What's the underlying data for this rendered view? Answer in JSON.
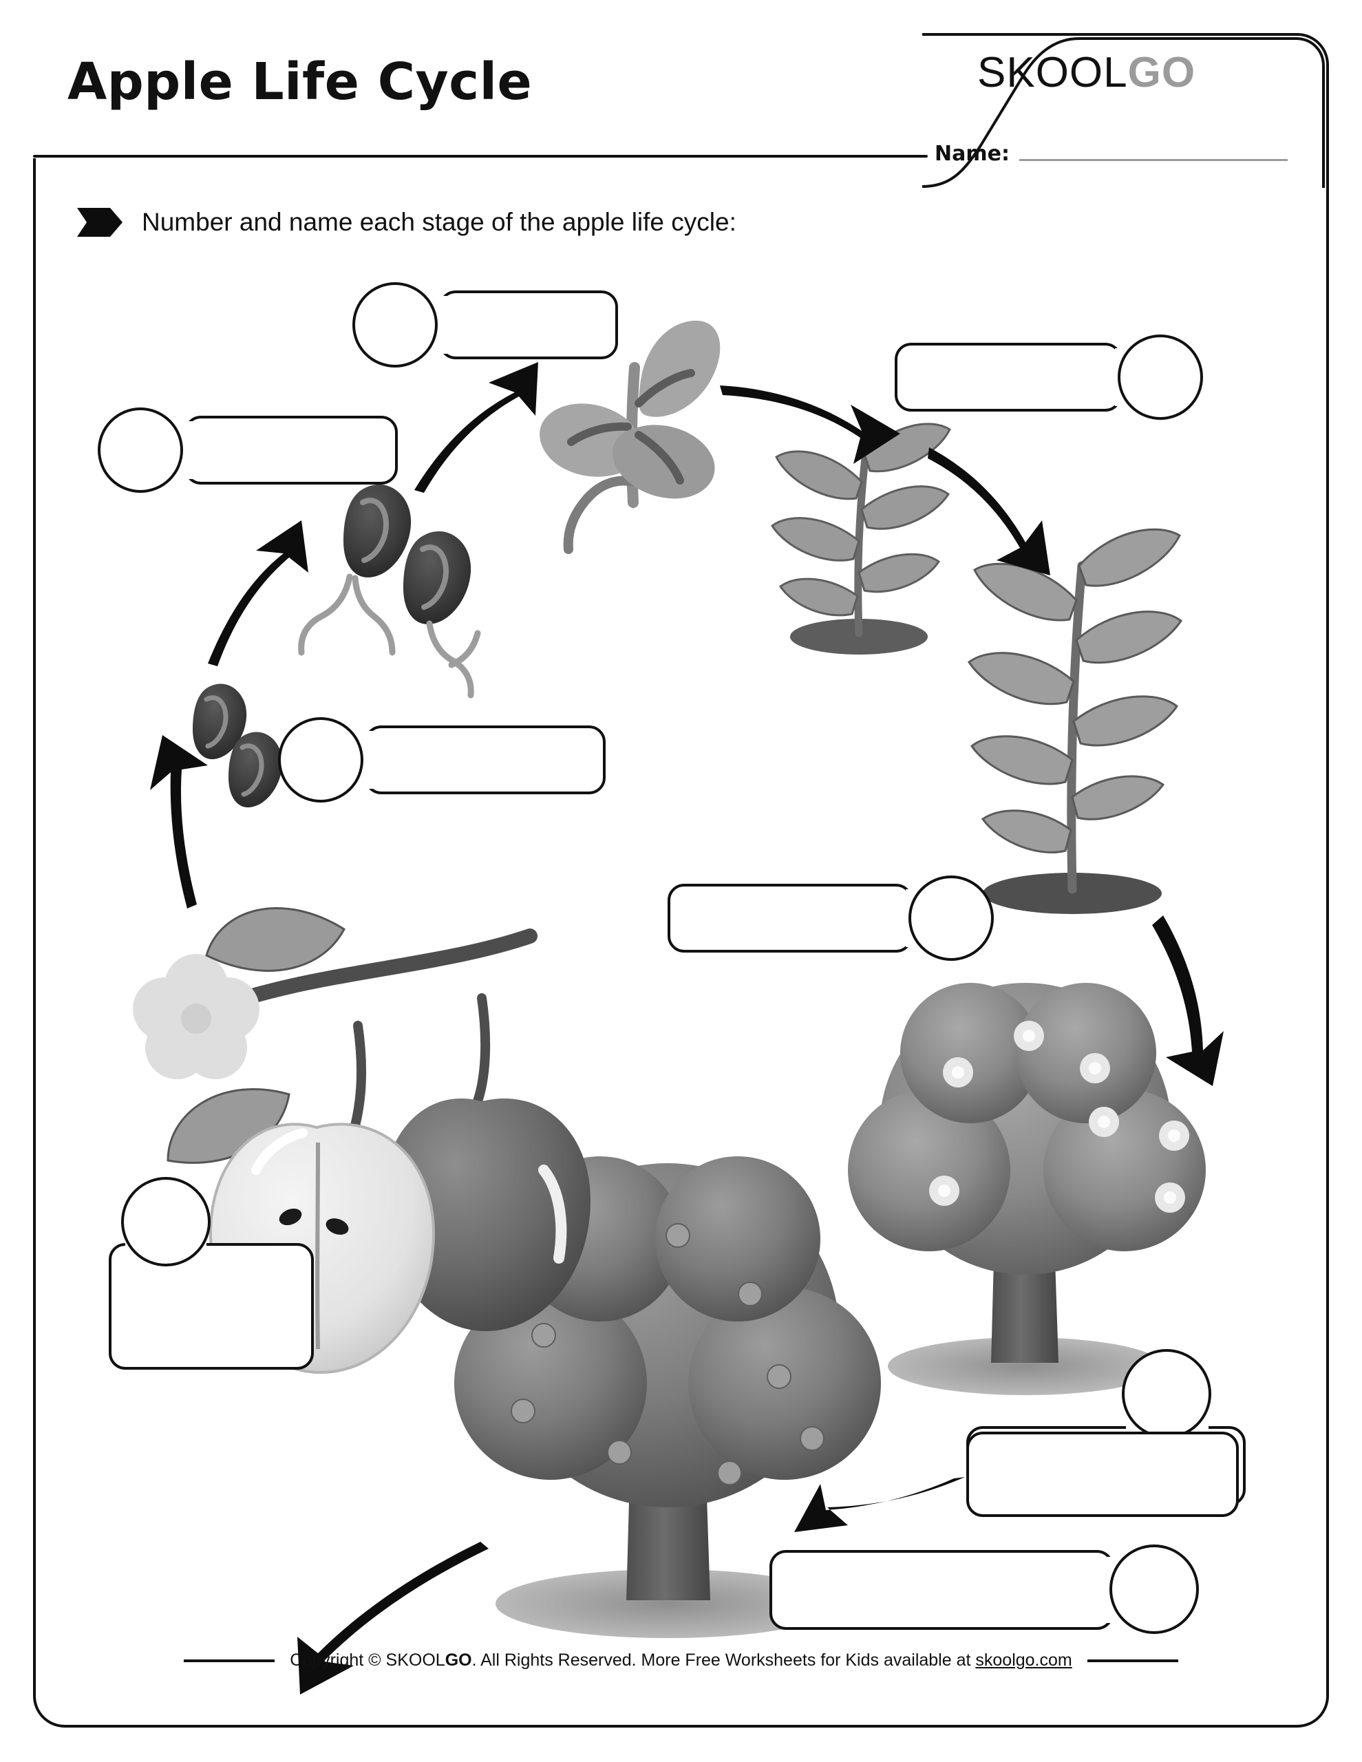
{
  "header": {
    "title": "Apple Life Cycle",
    "brand_skool": "SKOOL",
    "brand_go": "GO",
    "name_label": "Name:"
  },
  "instruction": {
    "bullet_icon": "arrow-flag-icon",
    "text": "Number and name each stage of the apple life cycle:"
  },
  "colors": {
    "ink": "#111111",
    "brand_gray": "#9b9b9b",
    "rule_gray": "#9b9b9b",
    "paper": "#ffffff"
  },
  "slots": [
    {
      "id": "slot-seedling-top",
      "number": "",
      "label": "",
      "circle_side": "left"
    },
    {
      "id": "slot-sprouting-seed",
      "number": "",
      "label": "",
      "circle_side": "left"
    },
    {
      "id": "slot-young-plant",
      "number": "",
      "label": "",
      "circle_side": "right"
    },
    {
      "id": "slot-seed",
      "number": "",
      "label": "",
      "circle_side": "left"
    },
    {
      "id": "slot-sapling",
      "number": "",
      "label": "",
      "circle_side": "right"
    },
    {
      "id": "slot-blossom-tree",
      "number": "",
      "label": "",
      "circle_side": "right"
    },
    {
      "id": "slot-fruiting-tree",
      "number": "",
      "label": "",
      "circle_side": "right"
    },
    {
      "id": "slot-mature-tree",
      "number": "",
      "label": "",
      "circle_side": "right"
    },
    {
      "id": "slot-apple-fruit",
      "number": "",
      "label": "",
      "circle_side": "top-left"
    }
  ],
  "illustrations": [
    {
      "name": "seedling-illustration",
      "stage": "seedling"
    },
    {
      "name": "sprouting-seeds-illustration",
      "stage": "sprouting seeds"
    },
    {
      "name": "apple-seeds-illustration",
      "stage": "seeds"
    },
    {
      "name": "young-plant-illustration",
      "stage": "young plant"
    },
    {
      "name": "sapling-illustration",
      "stage": "sapling"
    },
    {
      "name": "blossoming-tree-illustration",
      "stage": "blossoming tree"
    },
    {
      "name": "fruiting-tree-illustration",
      "stage": "fruiting tree"
    },
    {
      "name": "apple-fruit-illustration",
      "stage": "apple fruit"
    }
  ],
  "footer": {
    "copyright_prefix": "Copyright © SKOOL",
    "copyright_brand": "GO",
    "copyright_middle": ". All Rights Reserved. More Free Worksheets for Kids available at ",
    "website": "skoolgo.com"
  }
}
